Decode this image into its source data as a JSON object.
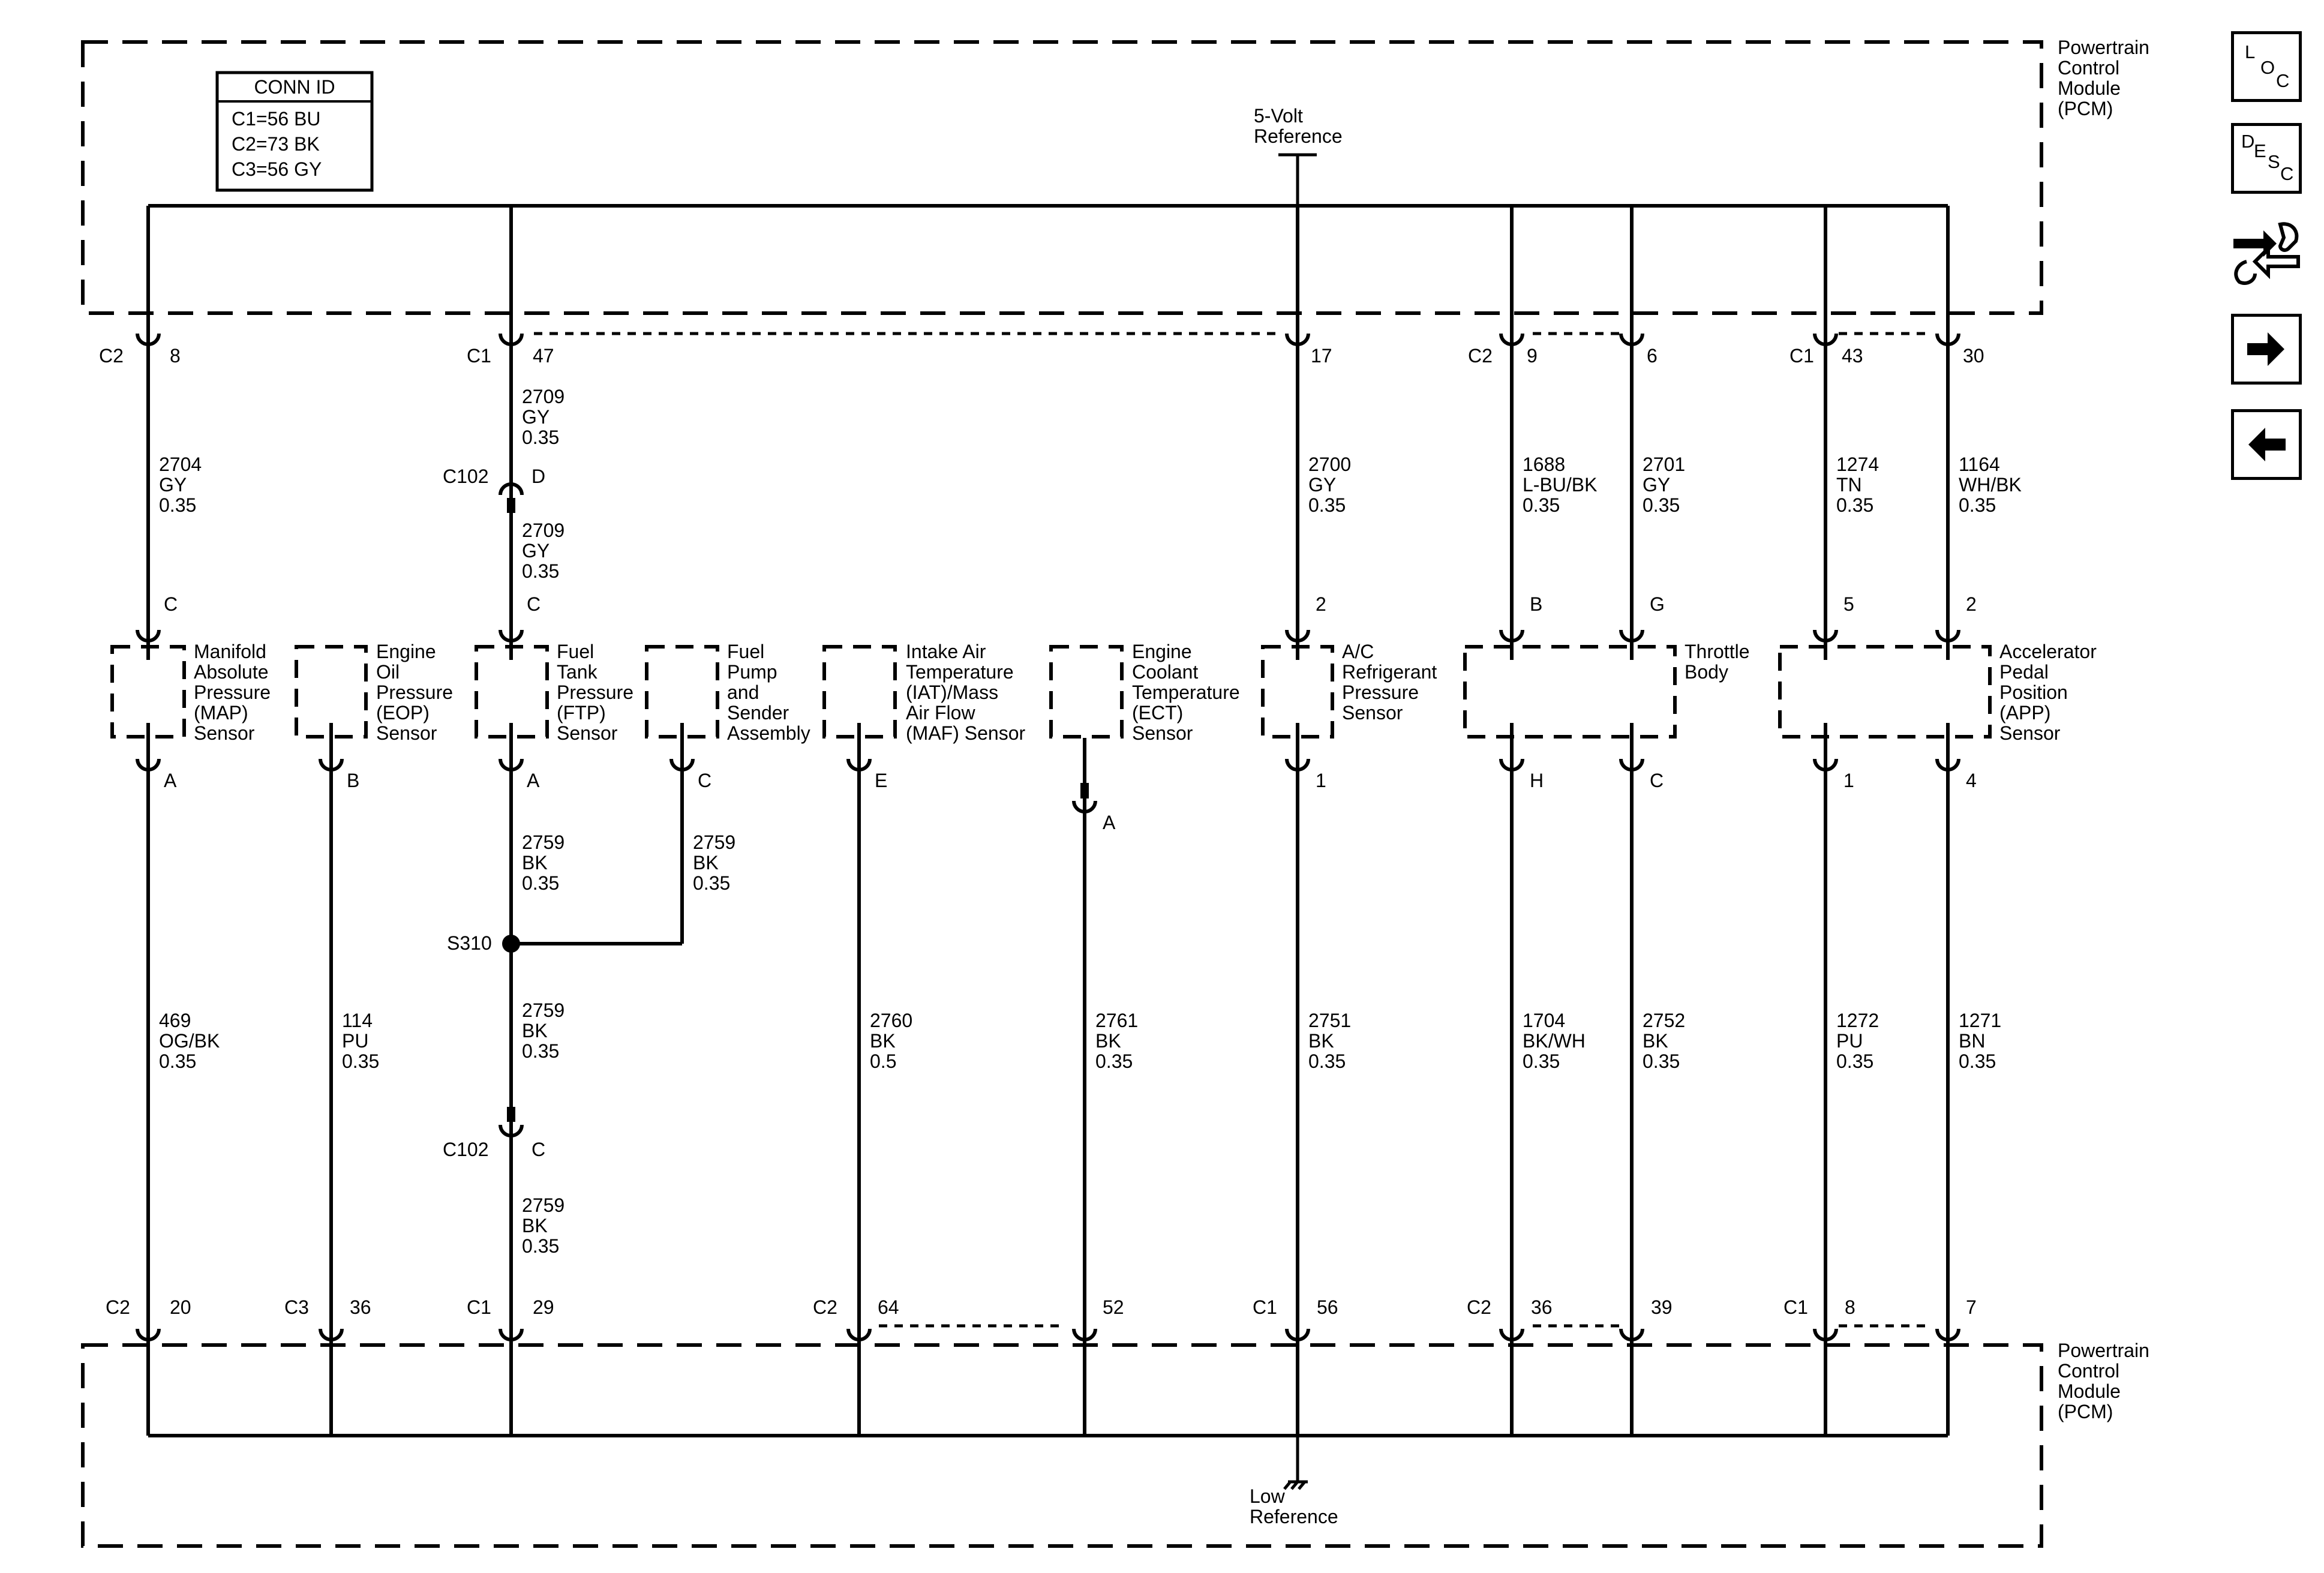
{
  "conn_id": {
    "title": "CONN ID",
    "lines": [
      "C1=56 BU",
      "C2=73 BK",
      "C3=56 GY"
    ]
  },
  "pcm_label": [
    "Powertrain",
    "Control",
    "Module",
    "(PCM)"
  ],
  "ref_top": [
    "5-Volt",
    "Reference"
  ],
  "ref_bottom": [
    "Low",
    "Reference"
  ],
  "columns": [
    {
      "top_conn": "C2",
      "top_pin": "8",
      "top_wire": [
        "2704",
        "GY",
        "0.35"
      ],
      "comp_pin_top": "C",
      "comp_pin_bottom": "A",
      "bottom_wire": [
        "469",
        "OG/BK",
        "0.35"
      ],
      "bot_conn": "C2",
      "bot_pin": "20"
    },
    {
      "comp_pin_bottom": "B",
      "bottom_wire": [
        "114",
        "PU",
        "0.35"
      ],
      "bot_conn": "C3",
      "bot_pin": "36"
    },
    {
      "top_conn": "C1",
      "top_pin": "47",
      "top_wire": [
        "2709",
        "GY",
        "0.35"
      ],
      "inline_top": {
        "name": "C102",
        "pin": "D"
      },
      "mid_wire": [
        "2709",
        "GY",
        "0.35"
      ],
      "comp_pin_top": "C",
      "comp_pin_bottom": "A",
      "wire_a": [
        "2759",
        "BK",
        "0.35"
      ],
      "splice": "S310",
      "wire_b": [
        "2759",
        "BK",
        "0.35"
      ],
      "inline_bottom": {
        "name": "C102",
        "pin": "C"
      },
      "wire_c": [
        "2759",
        "BK",
        "0.35"
      ],
      "bot_conn": "C1",
      "bot_pin": "29"
    },
    {
      "comp_pin_bottom": "C",
      "bottom_wire": [
        "2759",
        "BK",
        "0.35"
      ]
    },
    {
      "comp_pin_bottom": "E",
      "bottom_wire": [
        "2760",
        "BK",
        "0.5"
      ],
      "bot_conn": "C2",
      "bot_pin": "64"
    },
    {
      "comp_pin_bottom": "A",
      "bottom_wire": [
        "2761",
        "BK",
        "0.35"
      ],
      "bot_pin": "52"
    },
    {
      "top_pin": "17",
      "top_wire": [
        "2700",
        "GY",
        "0.35"
      ],
      "comp_pin_top": "2",
      "comp_pin_bottom": "1",
      "bottom_wire": [
        "2751",
        "BK",
        "0.35"
      ],
      "bot_conn": "C1",
      "bot_pin": "56"
    },
    {
      "top_conn": "C2",
      "top_pin": "9",
      "top_wire": [
        "1688",
        "L-BU/BK",
        "0.35"
      ],
      "comp_pin_top": "B",
      "comp_pin_bottom": "H",
      "bottom_wire": [
        "1704",
        "BK/WH",
        "0.35"
      ],
      "bot_conn": "C2",
      "bot_pin": "36"
    },
    {
      "top_pin": "6",
      "top_wire": [
        "2701",
        "GY",
        "0.35"
      ],
      "comp_pin_top": "G",
      "comp_pin_bottom": "C",
      "bottom_wire": [
        "2752",
        "BK",
        "0.35"
      ],
      "bot_pin": "39"
    },
    {
      "top_conn": "C1",
      "top_pin": "43",
      "top_wire": [
        "1274",
        "TN",
        "0.35"
      ],
      "comp_pin_top": "5",
      "comp_pin_bottom": "1",
      "bottom_wire": [
        "1272",
        "PU",
        "0.35"
      ],
      "bot_conn": "C1",
      "bot_pin": "8"
    },
    {
      "top_pin": "30",
      "top_wire": [
        "1164",
        "WH/BK",
        "0.35"
      ],
      "comp_pin_top": "2",
      "comp_pin_bottom": "4",
      "bottom_wire": [
        "1271",
        "BN",
        "0.35"
      ],
      "bot_pin": "7"
    }
  ],
  "components": [
    {
      "label": [
        "Manifold",
        "Absolute",
        "Pressure",
        "(MAP)",
        "Sensor"
      ]
    },
    {
      "label": [
        "Engine",
        "Oil",
        "Pressure",
        "(EOP)",
        "Sensor"
      ]
    },
    {
      "label": [
        "Fuel",
        "Tank",
        "Pressure",
        "(FTP)",
        "Sensor"
      ]
    },
    {
      "label": [
        "Fuel",
        "Pump",
        "and",
        "Sender",
        "Assembly"
      ]
    },
    {
      "label": [
        "Intake Air",
        "Temperature",
        "(IAT)/Mass",
        "Air Flow",
        "(MAF) Sensor"
      ]
    },
    {
      "label": [
        "Engine",
        "Coolant",
        "Temperature",
        "(ECT)",
        "Sensor"
      ]
    },
    {
      "label": [
        "A/C",
        "Refrigerant",
        "Pressure",
        "Sensor"
      ]
    },
    {
      "label": [
        "Throttle",
        "Body"
      ]
    },
    {
      "label": [
        "Accelerator",
        "Pedal",
        "Position",
        "(APP)",
        "Sensor"
      ]
    }
  ],
  "side_buttons": [
    {
      "icon": "loc-icon",
      "chars": [
        "L",
        "O",
        "C"
      ]
    },
    {
      "icon": "desc-icon",
      "chars": [
        "D",
        "E",
        "S",
        "C"
      ]
    },
    {
      "icon": "wrench-arrows-icon"
    },
    {
      "icon": "arrow-right-icon"
    },
    {
      "icon": "arrow-left-icon"
    }
  ]
}
